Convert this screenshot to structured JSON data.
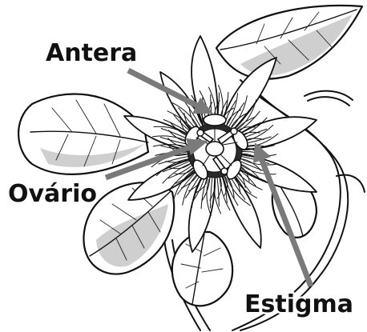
{
  "labels": {
    "antera": "Antera",
    "ovario": "Ovário",
    "estigma": "Estigma"
  },
  "colors": {
    "arrow": "#7a7a7a",
    "line": "#111111",
    "leaf_shade": "#cfcfcf",
    "background": "#ffffff"
  }
}
